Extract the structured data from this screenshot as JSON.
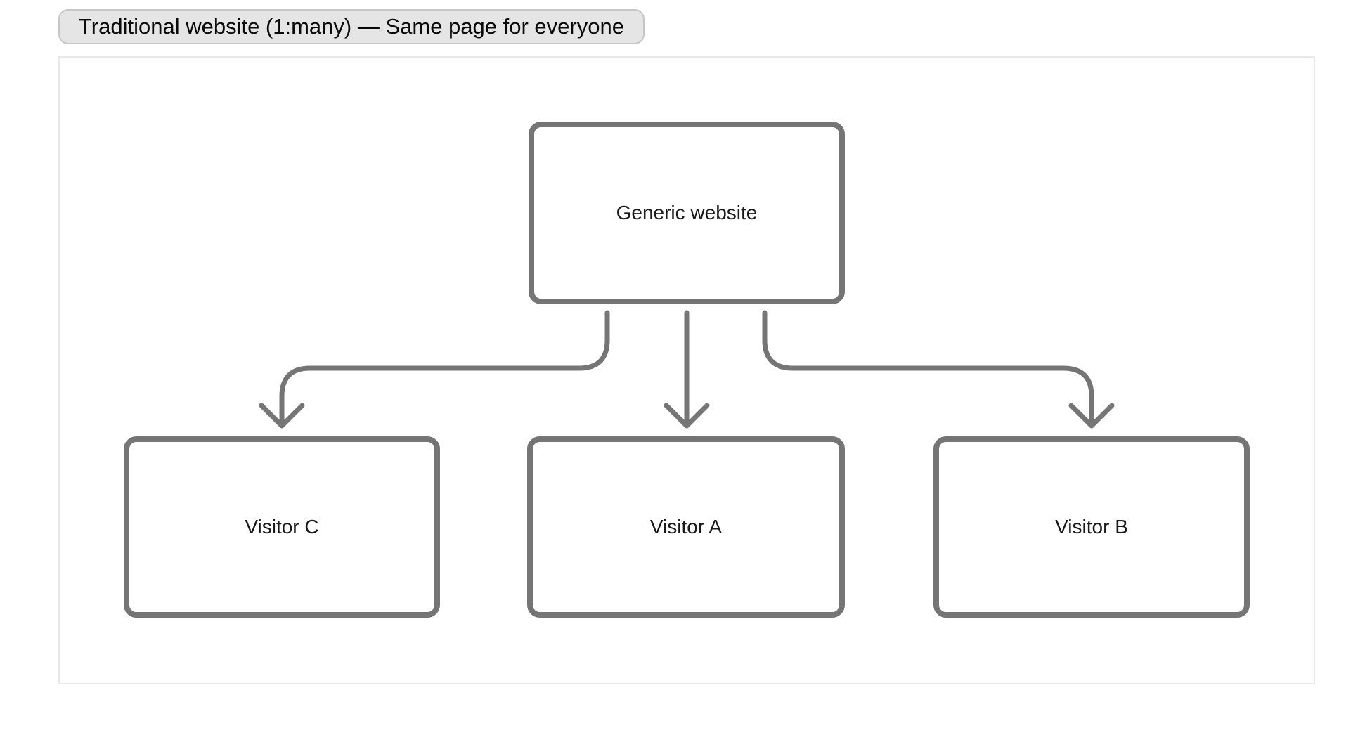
{
  "theme": {
    "stroke_color": "#757575",
    "node_text_color": "#1a1a1a",
    "badge_background": "#e5e5e5",
    "badge_border_color": "#c6c6c6",
    "canvas_border_color": "#e8e8e8",
    "canvas_background": "#ffffff",
    "page_background": "#ffffff"
  },
  "badge": {
    "label": "Traditional website (1:many) — Same page for everyone"
  },
  "diagram": {
    "nodes": [
      {
        "id": "generic-website",
        "label": "Generic website"
      },
      {
        "id": "visitor-c",
        "label": "Visitor C"
      },
      {
        "id": "visitor-a",
        "label": "Visitor A"
      },
      {
        "id": "visitor-b",
        "label": "Visitor B"
      }
    ],
    "edges": [
      {
        "from": "generic-website",
        "to": "visitor-c",
        "style": "elbow-left-arrow"
      },
      {
        "from": "generic-website",
        "to": "visitor-a",
        "style": "straight-arrow"
      },
      {
        "from": "generic-website",
        "to": "visitor-b",
        "style": "elbow-right-arrow"
      }
    ]
  }
}
